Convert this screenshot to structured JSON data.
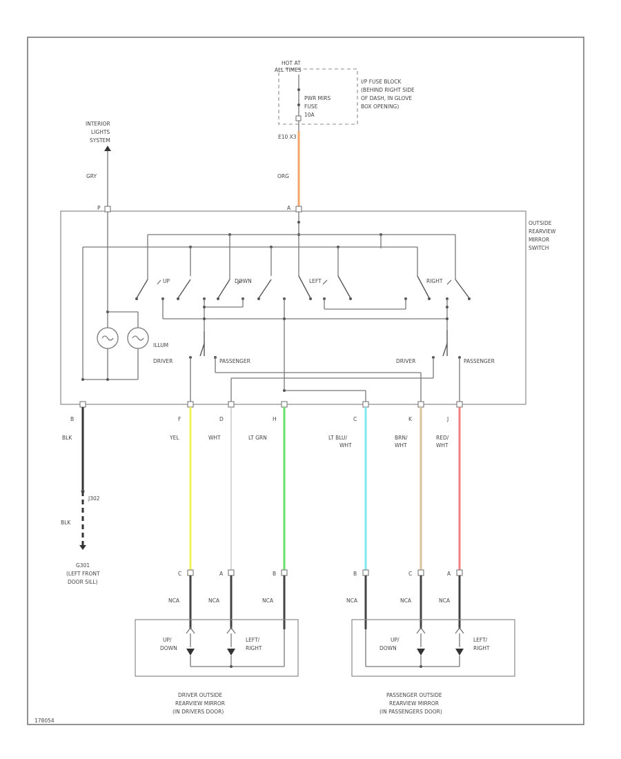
{
  "colors": {
    "orange": "#f4a46a",
    "yellow": "#f2f25a",
    "green": "#66e066",
    "light_blue": "#7fe8ef",
    "tan": "#d9c49a",
    "red": "#f08080",
    "black_wire": "#333333"
  },
  "top": {
    "hot_at": "HOT AT",
    "all_times": "ALL TIMES",
    "fuse_line1": "PWR MIRS",
    "fuse_line2": "FUSE",
    "fuse_line3": "10A",
    "block_line1": "I/P FUSE BLOCK",
    "block_line2": "(BEHIND RIGHT SIDE",
    "block_line3": "OF DASH, IN GLOVE",
    "block_line4": "BOX OPENING)",
    "connector": "E10  X3"
  },
  "interior": {
    "line1": "INTERIOR",
    "line2": "LIGHTS",
    "line3": "SYSTEM",
    "wire": "GRY"
  },
  "top_wire": "ORG",
  "switch": {
    "line1": "OUTSIDE",
    "line2": "REARVIEW",
    "line3": "MIRROR",
    "line4": "SWITCH",
    "pin_p": "P",
    "pin_a": "A",
    "up": "UP",
    "down": "DOWN",
    "left": "LEFT",
    "right": "RIGHT",
    "illum": "ILLUM",
    "driver1": "DRIVER",
    "passenger1": "PASSENGER",
    "driver2": "DRIVER",
    "passenger2": "PASSENGER"
  },
  "wires": [
    {
      "pin": "B",
      "color": "BLK",
      "color2": ""
    },
    {
      "pin": "F",
      "color": "YEL",
      "color2": ""
    },
    {
      "pin": "D",
      "color": "WHT",
      "color2": ""
    },
    {
      "pin": "H",
      "color": "LT GRN",
      "color2": ""
    },
    {
      "pin": "C",
      "color": "LT BLU/",
      "color2": "WHT"
    },
    {
      "pin": "K",
      "color": "BRN/",
      "color2": "WHT"
    },
    {
      "pin": "J",
      "color": "RED/",
      "color2": "WHT"
    }
  ],
  "ground": {
    "splice": "J302",
    "wire": "BLK",
    "name": "G301",
    "loc1": "(LEFT FRONT",
    "loc2": "DOOR SILL)"
  },
  "driver_mirror": {
    "pins": [
      "C",
      "A",
      "B"
    ],
    "nca": "NCA",
    "up_down_1": "UP/",
    "up_down_2": "DOWN",
    "left_right_1": "LEFT/",
    "left_right_2": "RIGHT",
    "name1": "DRIVER OUTSIDE",
    "name2": "REARVIEW MIRROR",
    "name3": "(IN DRIVERS DOOR)"
  },
  "passenger_mirror": {
    "pins": [
      "B",
      "C",
      "A"
    ],
    "nca": "NCA",
    "up_down_1": "UP/",
    "up_down_2": "DOWN",
    "left_right_1": "LEFT/",
    "left_right_2": "RIGHT",
    "name1": "PASSENGER OUTSIDE",
    "name2": "REARVIEW MIRROR",
    "name3": "(IN PASSENGERS DOOR)"
  },
  "figure_id": "178054"
}
